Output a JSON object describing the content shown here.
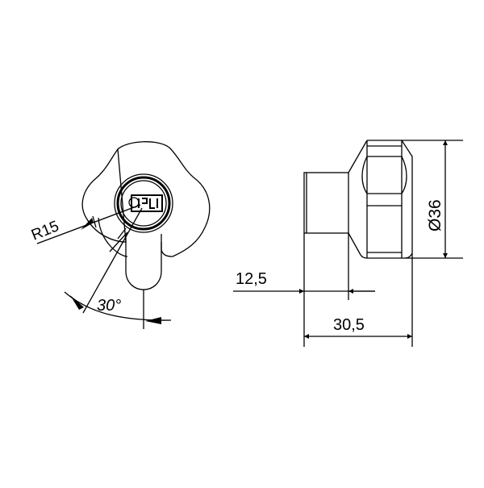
{
  "drawing": {
    "type": "technical-drawing",
    "stroke_color": "#000000",
    "background_color": "#ffffff",
    "front_view": {
      "label": "lever-knob-front-view",
      "radius_label": "R15",
      "angle_label": "30°"
    },
    "side_view": {
      "label": "fitting-side-view",
      "diameter_label": "Ø36",
      "dim_stub_length": "12,5",
      "dim_total_length": "30,5"
    }
  }
}
